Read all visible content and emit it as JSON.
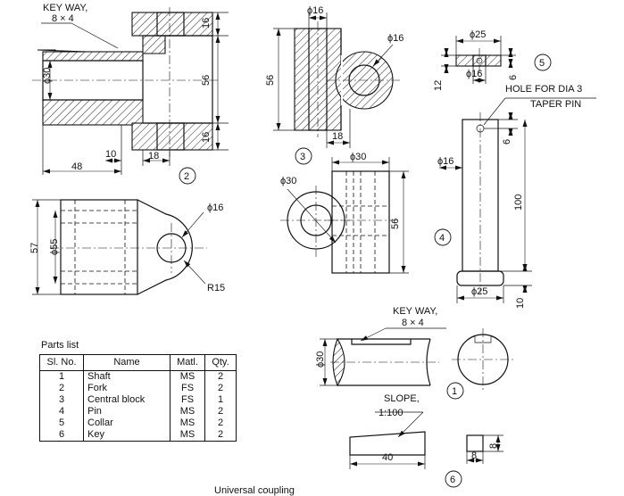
{
  "labels": {
    "keyway_top": "KEY WAY,",
    "keyway_top_size": "8 × 4",
    "keyway_bottom": "KEY WAY,",
    "keyway_bottom_size": "8 × 4",
    "hole_note_line1": "HOLE FOR DIA 3",
    "hole_note_line2": "TAPER PIN",
    "slope_line1": "SLOPE,",
    "slope_line2": "1:100"
  },
  "dimensions": {
    "d_fork_bore": "ϕ30",
    "d_fork_56": "56",
    "d_fork_16a": "16",
    "d_fork_16b": "16",
    "d_fork_10": "10",
    "d_fork_18": "18",
    "d_fork_48": "48",
    "d_fork_57": "57",
    "d_fork_55": "ϕ55",
    "d_fork_16eye": "ϕ16",
    "d_fork_r15": "R15",
    "d_block_16": "ϕ16",
    "d_block_16b": "ϕ16",
    "d_block_56": "56",
    "d_block_18": "18",
    "d_block_30a": "ϕ30",
    "d_block_30b": "ϕ30",
    "d_block_56b": "56",
    "d_collar_25": "ϕ25",
    "d_collar_16": "ϕ16",
    "d_collar_12": "12",
    "d_collar_6": "6",
    "d_pin_6": "6",
    "d_pin_16": "ϕ16",
    "d_pin_100": "100",
    "d_pin_25": "ϕ25",
    "d_pin_10": "10",
    "d_shaft_30": "ϕ30",
    "d_key_40": "40",
    "d_key_8a": "8",
    "d_key_8b": "8"
  },
  "part_numbers": {
    "fork": "2",
    "central_block": "3",
    "collar": "5",
    "pin": "4",
    "shaft": "1",
    "key": "6"
  },
  "parts_list": {
    "caption": "Parts list",
    "headers": [
      "Sl. No.",
      "Name",
      "Matl.",
      "Qty."
    ],
    "rows": [
      [
        "1",
        "Shaft",
        "MS",
        "2"
      ],
      [
        "2",
        "Fork",
        "FS",
        "2"
      ],
      [
        "3",
        "Central block",
        "FS",
        "1"
      ],
      [
        "4",
        "Pin",
        "MS",
        "2"
      ],
      [
        "5",
        "Collar",
        "MS",
        "2"
      ],
      [
        "6",
        "Key",
        "MS",
        "2"
      ]
    ]
  },
  "caption": "Universal coupling"
}
